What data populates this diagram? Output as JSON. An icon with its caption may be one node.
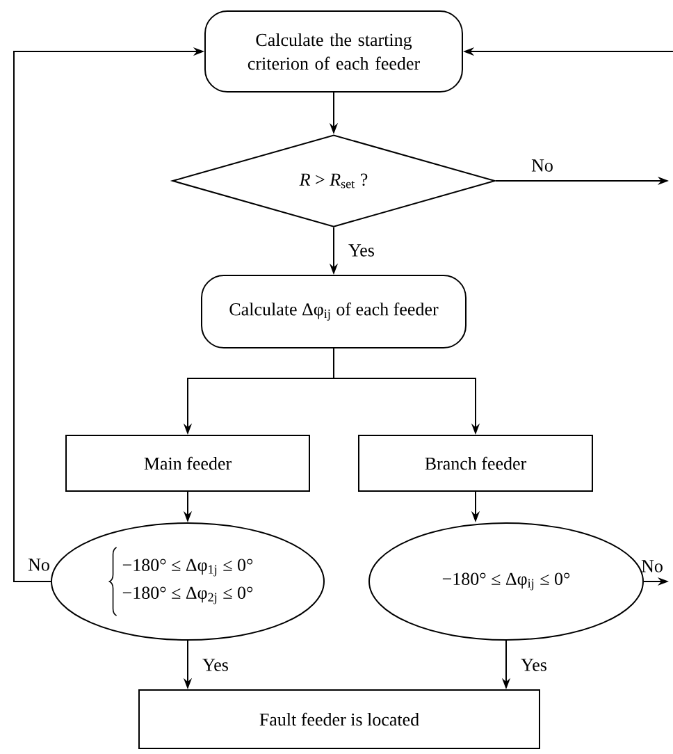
{
  "diagram": {
    "nodes": [
      {
        "text": [
          "Calculate the starting criterion of each feeder"
        ]
      },
      {
        "text": [
          "*R* > *R*$_{set}$  ?"
        ]
      },
      {
        "text": [
          "Calculate Δφ$_{ij}$ of each feeder"
        ]
      },
      {
        "text": [
          "Main feeder"
        ]
      },
      {
        "text": [
          "Branch feeder"
        ]
      },
      {
        "text": [
          "−180° ≤ Δφ$_{1j}$ ≤ 0°",
          "−180° ≤ Δφ$_{2j}$ ≤ 0°"
        ]
      },
      {
        "text": [
          "−180° ≤ Δφ$_{ij}$ ≤ 0°"
        ]
      },
      {
        "text": [
          "Fault feeder is located"
        ]
      }
    ],
    "edges": [
      {
        "from": 0,
        "to": 1,
        "arrow": "to"
      },
      {
        "from": 1,
        "to": 2,
        "arrow": "to",
        "label": "Yes"
      },
      {
        "from": 1,
        "to": null,
        "arrow": "to",
        "label": "No"
      },
      {
        "from": null,
        "to": 0,
        "arrow": "to"
      },
      {
        "from": 2,
        "to": 3,
        "arrow": "to"
      },
      {
        "from": 2,
        "to": 4,
        "arrow": "to"
      },
      {
        "from": 3,
        "to": 5,
        "arrow": "to"
      },
      {
        "from": 4,
        "to": 6,
        "arrow": "to"
      },
      {
        "from": 5,
        "to": 7,
        "arrow": "to",
        "label": "Yes"
      },
      {
        "from": 6,
        "to": 7,
        "arrow": "to",
        "label": "Yes"
      },
      {
        "from": 6,
        "to": null,
        "arrow": "to",
        "label": "No"
      },
      {
        "from": 5,
        "to": 0,
        "arrow": "to",
        "label": "No"
      }
    ]
  }
}
